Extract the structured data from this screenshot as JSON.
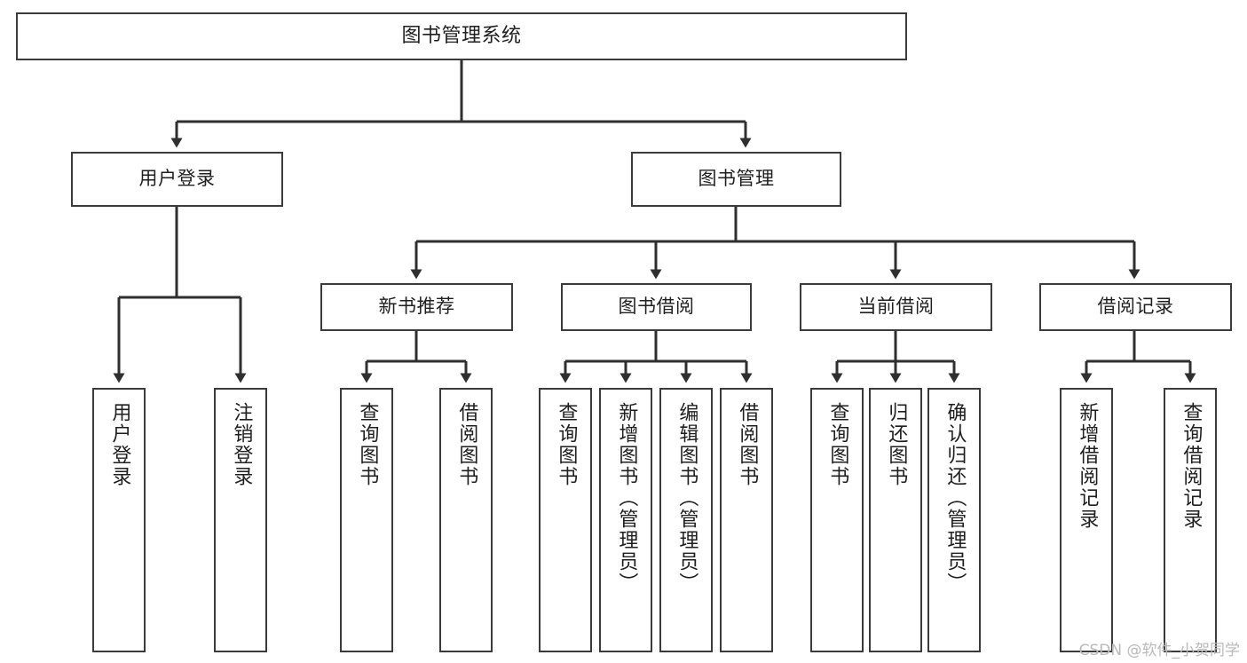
{
  "diagram": {
    "type": "tree",
    "title": "图书管理系统",
    "orientation": "top-down",
    "colors": {
      "background": "#ffffff",
      "box_border": "#3b3b3b",
      "box_fill": "#ffffff",
      "edge": "#2f2f2f",
      "text": "#1f1f1f",
      "watermark": "#b9b9b9"
    }
  },
  "root": {
    "label": "图书管理系统"
  },
  "level2": [
    {
      "label": "用户登录"
    },
    {
      "label": "图书管理"
    }
  ],
  "level3": [
    {
      "label": "新书推荐"
    },
    {
      "label": "图书借阅"
    },
    {
      "label": "当前借阅"
    },
    {
      "label": "借阅记录"
    }
  ],
  "leaves": {
    "user_login": [
      {
        "label": "用户登录"
      },
      {
        "label": "注销登录"
      }
    ],
    "new_book": [
      {
        "label": "查询图书"
      },
      {
        "label": "借阅图书"
      }
    ],
    "book_borrow": [
      {
        "label": "查询图书"
      },
      {
        "label": "新增图书（管理员）"
      },
      {
        "label": "编辑图书（管理员）"
      },
      {
        "label": "借阅图书"
      }
    ],
    "current_borrow": [
      {
        "label": "查询图书"
      },
      {
        "label": "归还图书"
      },
      {
        "label": "确认归还（管理员）"
      }
    ],
    "borrow_record": [
      {
        "label": "新增借阅记录"
      },
      {
        "label": "查询借阅记录"
      }
    ]
  },
  "watermark": {
    "text": "CSDN @软件_小贺同学"
  }
}
